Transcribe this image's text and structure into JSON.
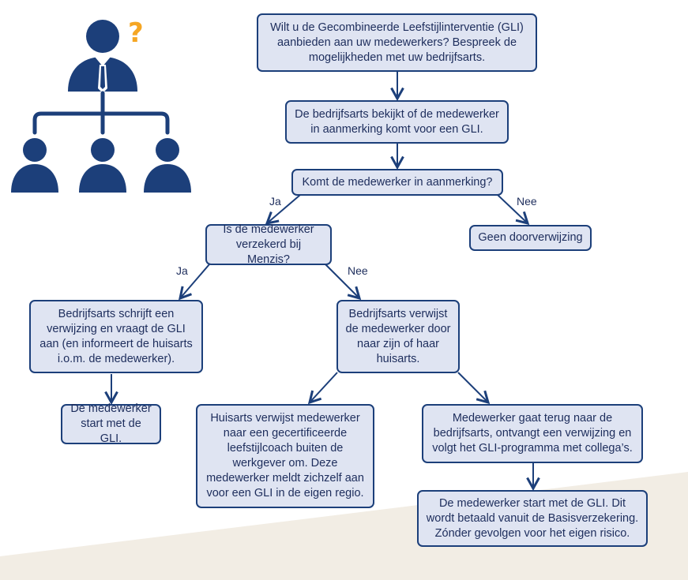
{
  "colors": {
    "box_fill": "#dfe4f2",
    "box_border": "#1c3f7a",
    "arrow": "#1c3f7a",
    "icon": "#1c3f7a",
    "question_mark": "#f5a623",
    "beige_background": "#f2ede4"
  },
  "icon": {
    "name": "org-chart-manager-question-icon",
    "question_mark": "?"
  },
  "nodes": {
    "q_gli": "Wilt u de Gecombineerde Leefstijlinterventie (GLI)\naanbieden aan uw medewerkers? Bespreek de\nmogelijkheden met uw bedrijfsarts.",
    "check": "De bedrijfsarts bekijkt of de medewerker\nin aanmerking komt voor een GLI.",
    "eligible": "Komt de medewerker in aanmerking?",
    "no_referral": "Geen doorverwijzing",
    "insured": "Is de medewerker\nverzekerd bij Menzis?",
    "refers_gli": "Bedrijfsarts schrijft een\nverwijzing en vraagt de GLI\naan (en informeert de huisarts\ni.o.m. de medewerker).",
    "refers_gp": "Bedrijfsarts verwijst\nde medewerker door\nnaar zijn of haar\nhuisarts.",
    "starts_1": "De medewerker\nstart met de GLI.",
    "gp_refers": "Huisarts verwijst medewerker\nnaar een gecertificeerde\nleefstijlcoach buiten de\nwerkgever om. Deze\nmedewerker meldt zichzelf aan\nvoor een GLI in de eigen regio.",
    "back_to_oa": "Medewerker gaat terug naar de\nbedrijfsarts, ontvangt een verwijzing en\nvolgt het GLI-programma met collega’s.",
    "starts_2": "De medewerker start met de GLI. Dit\nwordt betaald vanuit de Basisverzekering.\nZónder gevolgen voor het eigen risico."
  },
  "edge_labels": {
    "eligible_yes": "Ja",
    "eligible_no": "Nee",
    "insured_yes": "Ja",
    "insured_no": "Nee"
  }
}
